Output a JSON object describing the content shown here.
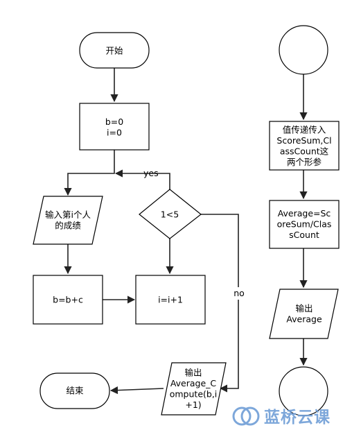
{
  "colors": {
    "stroke": "#000000",
    "watermark": "#6f9ed6",
    "background": "#ffffff"
  },
  "nodes": {
    "start": [
      "开始"
    ],
    "init": [
      "b=0",
      "i=0"
    ],
    "input": [
      "输入第i个人",
      "的成绩"
    ],
    "cond": [
      "1<5"
    ],
    "add": [
      "b=b+c"
    ],
    "incr": [
      "i=i+1"
    ],
    "output_call": [
      "输出",
      "Average_C",
      "ompute(b,i",
      "+1)"
    ],
    "end": [
      "结束"
    ],
    "pass": [
      "值传递传入",
      "ScoreSum,Cl",
      "assCount这",
      "两个形参"
    ],
    "avg": [
      "Average=Sc",
      "oreSum/Clas",
      "sCount"
    ],
    "output_avg": [
      "输出",
      "Average"
    ]
  },
  "edges": {
    "yes_label": "yes",
    "no_label": "no"
  },
  "watermark": {
    "text": "蓝桥云课",
    "icon": "bluebridge-logo-icon"
  }
}
